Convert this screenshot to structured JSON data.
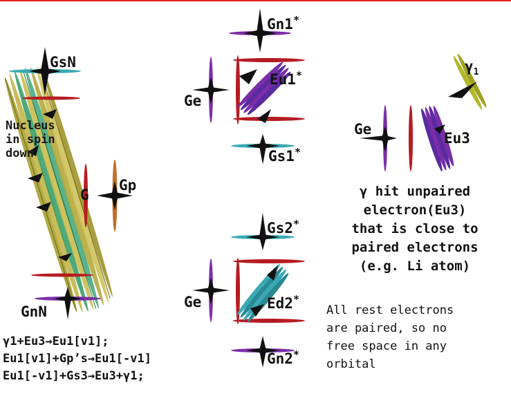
{
  "labels": {
    "gsn": "GsN",
    "nucleus": "Nucleus\nin spin\ndown",
    "g": "G",
    "gp": "Gp",
    "gnn": "GnN",
    "gn1": "Gn1",
    "ge_top": "Ge",
    "eu1": "Eu1",
    "gs1": "Gs1",
    "gs2": "Gs2",
    "ge_mid": "Ge",
    "ed2": "Ed2",
    "gn2": "Gn2",
    "star": "*",
    "y1_prefix": "γ",
    "y1_sub": "1",
    "ge_right": "Ge",
    "eu3": "Eu3"
  },
  "text": {
    "hit_line1": "γ hit unpaired",
    "hit_line2": "electron(Eu3)",
    "hit_line3": "that is close to",
    "hit_line4": "paired electrons",
    "hit_line5": "(e.g. Li atom)",
    "rest_line1": "All rest electrons",
    "rest_line2": "are paired, so no",
    "rest_line3": "free space in any",
    "rest_line4": "orbital"
  },
  "equations": [
    "γ1+Eu3→Eu1[v1];",
    "Eu1[v1]+Gp’s→Eu1[-v1]",
    "Eu1[-v1]+Gs3→Eu3+γ1;"
  ],
  "colors": {
    "frame": "#e02020",
    "red": "#b51c22",
    "teal": "#3aa9b4",
    "purple": "#7a2ea8",
    "violet": "#5a2aa0",
    "gold": "#b9ad3c",
    "green": "#2f9a63",
    "orange": "#c0702a",
    "yellowgreen": "#b2b82a",
    "black": "#111111"
  }
}
